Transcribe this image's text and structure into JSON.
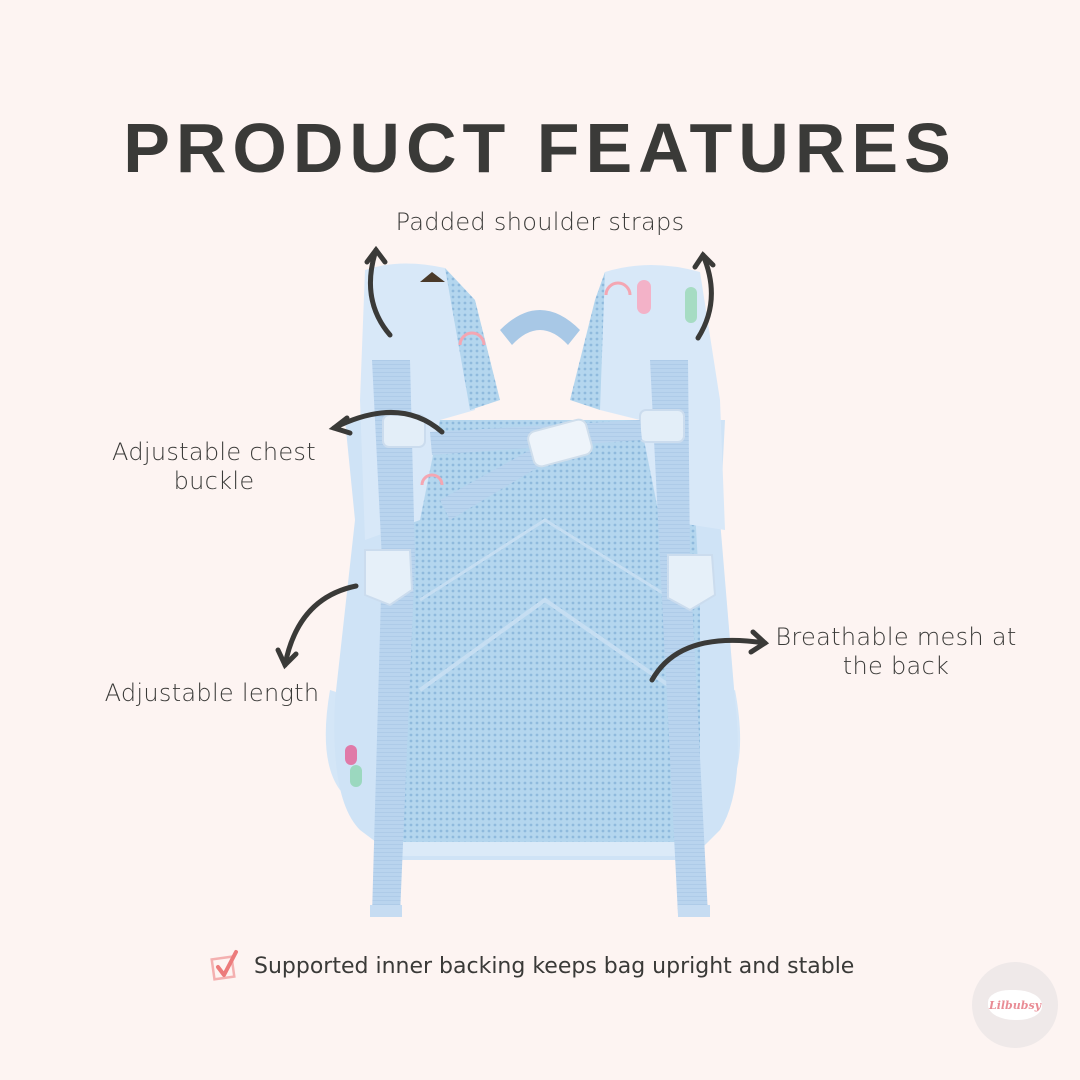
{
  "title": "PRODUCT FEATURES",
  "features": {
    "shoulder_straps": "Padded shoulder straps",
    "chest_buckle_line1": "Adjustable chest",
    "chest_buckle_line2": "buckle",
    "length": "Adjustable length",
    "mesh_line1": "Breathable mesh at",
    "mesh_line2": "the back"
  },
  "footer": {
    "icon": "checkbox-checked-icon",
    "text": "Supported inner backing keeps bag upright and stable"
  },
  "logo": {
    "brand": "Lilbubsy"
  },
  "colors": {
    "background": "#fdf4f2",
    "text": "#3a3a38",
    "backpack_blue": "#b9d6f0",
    "mesh_blue": "#a6cbe6",
    "check_accent": "#ec7b7b"
  }
}
